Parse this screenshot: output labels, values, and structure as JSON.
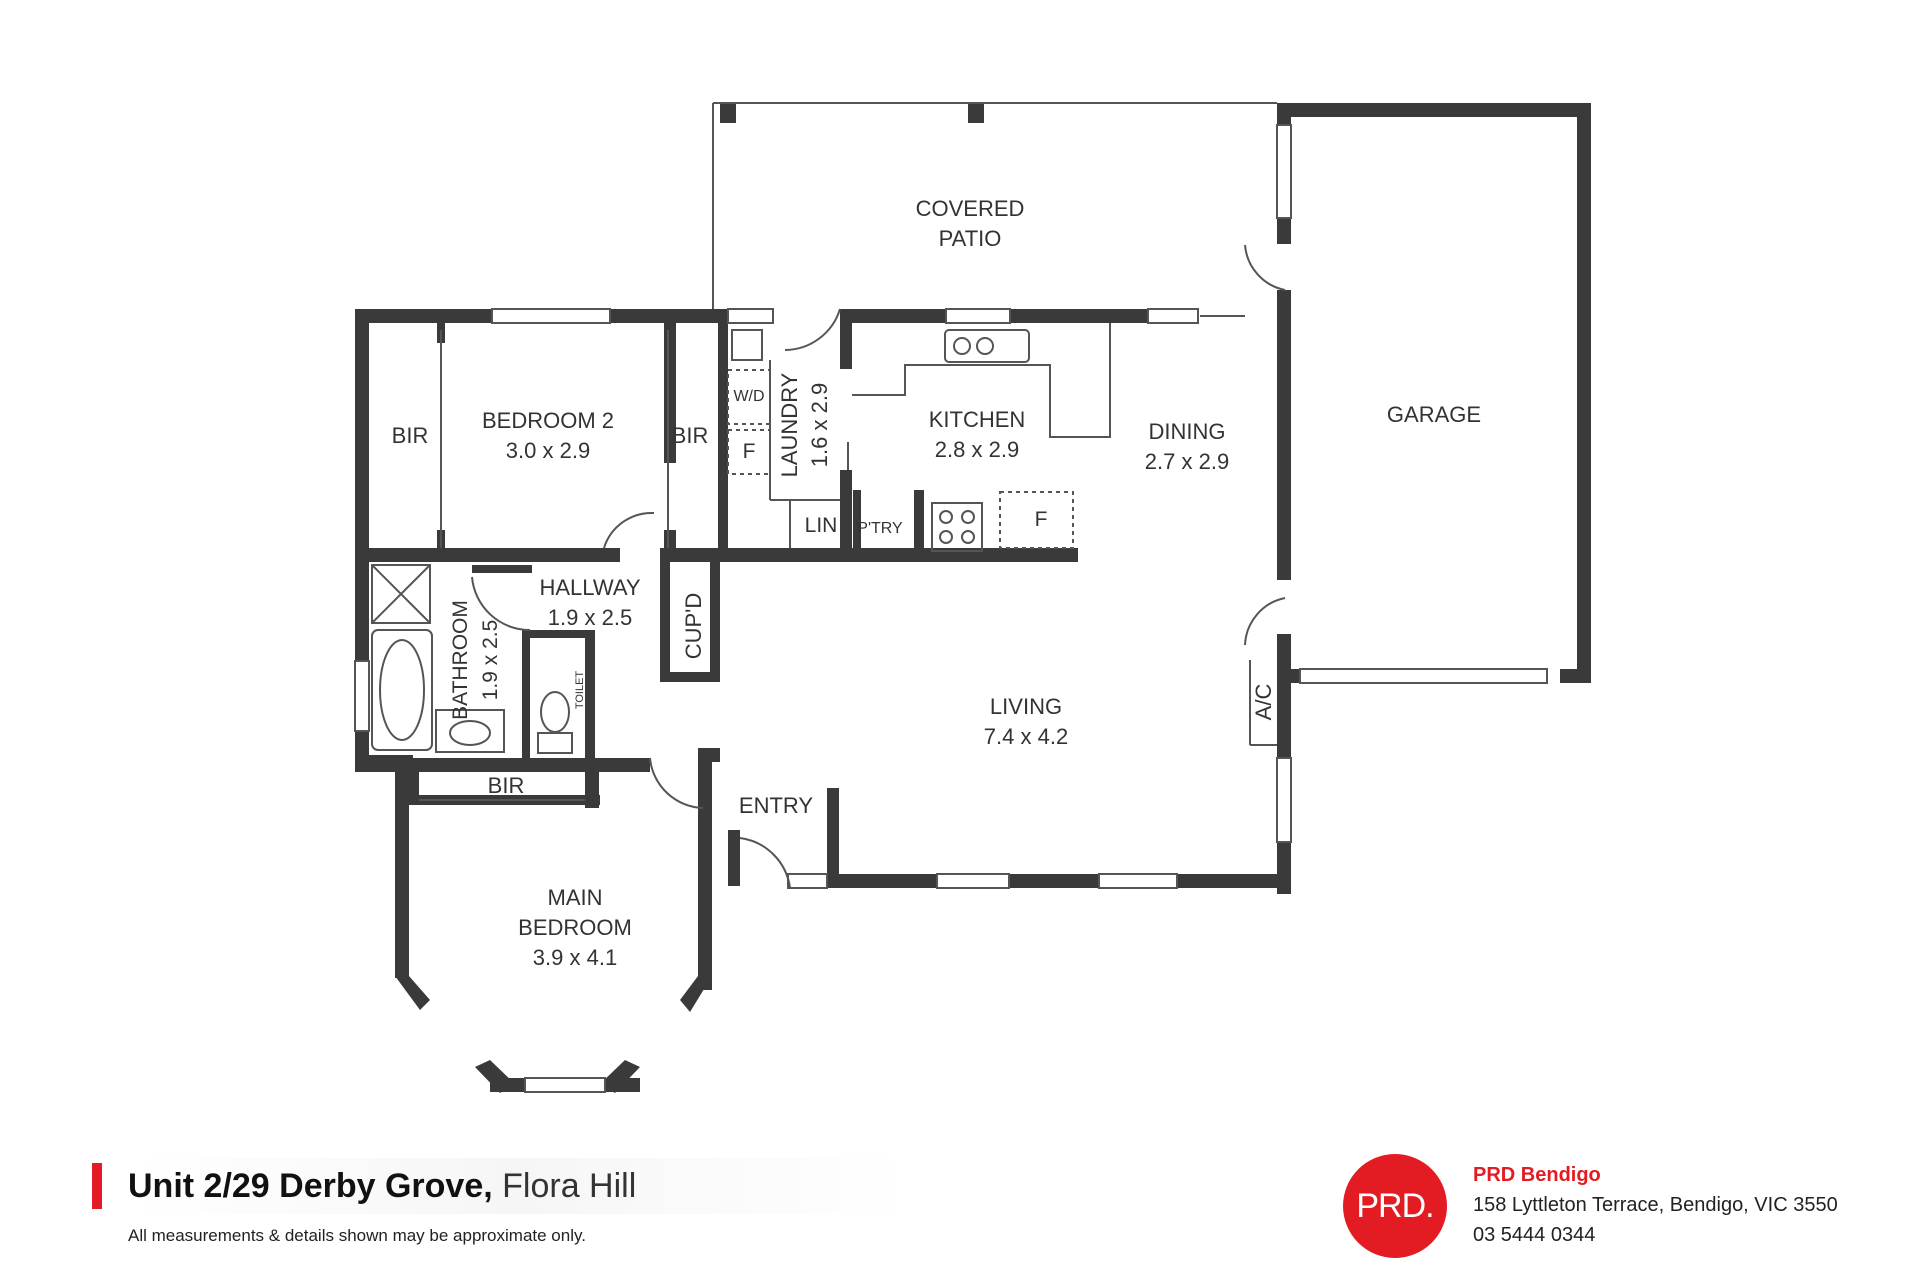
{
  "colors": {
    "wall": "#3a3a3a",
    "accent": "#e31b23",
    "line": "#555555"
  },
  "rooms": {
    "covered_patio": {
      "name1": "COVERED",
      "name2": "PATIO"
    },
    "garage": {
      "name": "GARAGE"
    },
    "bedroom2": {
      "name": "BEDROOM 2",
      "dim": "3.0 x 2.9"
    },
    "bir_left": {
      "name": "BIR"
    },
    "bir_right": {
      "name": "BIR"
    },
    "bir_main": {
      "name": "BIR"
    },
    "wd": {
      "name": "W/D"
    },
    "fridge_laundry": {
      "name": "F"
    },
    "laundry": {
      "name": "LAUNDRY",
      "dim": "1.6 x 2.9"
    },
    "kitchen": {
      "name": "KITCHEN",
      "dim": "2.8 x 2.9"
    },
    "dining": {
      "name": "DINING",
      "dim": "2.7 x 2.9"
    },
    "lin": {
      "name": "LIN"
    },
    "ptry": {
      "name": "P'TRY"
    },
    "fridge_kitchen": {
      "name": "F"
    },
    "hallway": {
      "name": "HALLWAY",
      "dim": "1.9 x 2.5"
    },
    "cupd": {
      "name": "CUP'D"
    },
    "bathroom": {
      "name": "BATHROOM",
      "dim": "1.9 x 2.5"
    },
    "toilet": {
      "name": "TOILET"
    },
    "living": {
      "name": "LIVING",
      "dim": "7.4 x 4.2"
    },
    "ac": {
      "name": "A/C"
    },
    "entry": {
      "name": "ENTRY"
    },
    "main_bedroom": {
      "name1": "MAIN",
      "name2": "BEDROOM",
      "dim": "3.9 x 4.1"
    }
  },
  "footer": {
    "street": "Unit 2/29 Derby Grove,",
    "suburb": "Flora Hill",
    "disclaimer": "All measurements & details shown may be approximate only.",
    "logo_text": "PRD.",
    "agency_name": "PRD Bendigo",
    "agency_address": "158 Lyttleton Terrace, Bendigo, VIC 3550",
    "agency_phone": "03 5444 0344"
  }
}
